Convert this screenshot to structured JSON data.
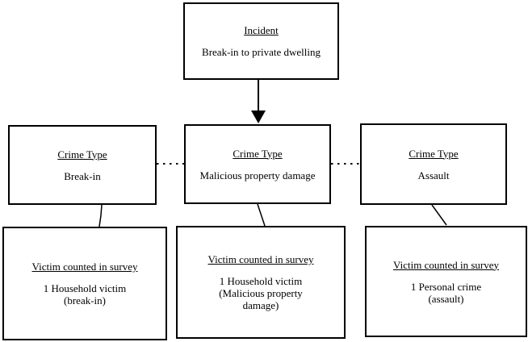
{
  "diagram": {
    "incident": {
      "heading": "Incident",
      "body": "Break-in to private dwelling"
    },
    "crime_types": [
      {
        "heading": "Crime Type",
        "body": "Break-in"
      },
      {
        "heading": "Crime Type",
        "body": "Malicious property damage"
      },
      {
        "heading": "Crime Type",
        "body": "Assault"
      }
    ],
    "victims": [
      {
        "heading": "Victim counted in survey",
        "lines": [
          "1 Household victim",
          "(break-in)"
        ]
      },
      {
        "heading": "Victim counted in survey",
        "lines": [
          "1 Household victim",
          "(Malicious property",
          "damage)"
        ]
      },
      {
        "heading": "Victim counted in survey",
        "lines": [
          "1 Personal crime",
          "(assault)"
        ]
      }
    ]
  },
  "colors": {
    "border": "#000000",
    "text": "#000000",
    "background": "#ffffff"
  }
}
